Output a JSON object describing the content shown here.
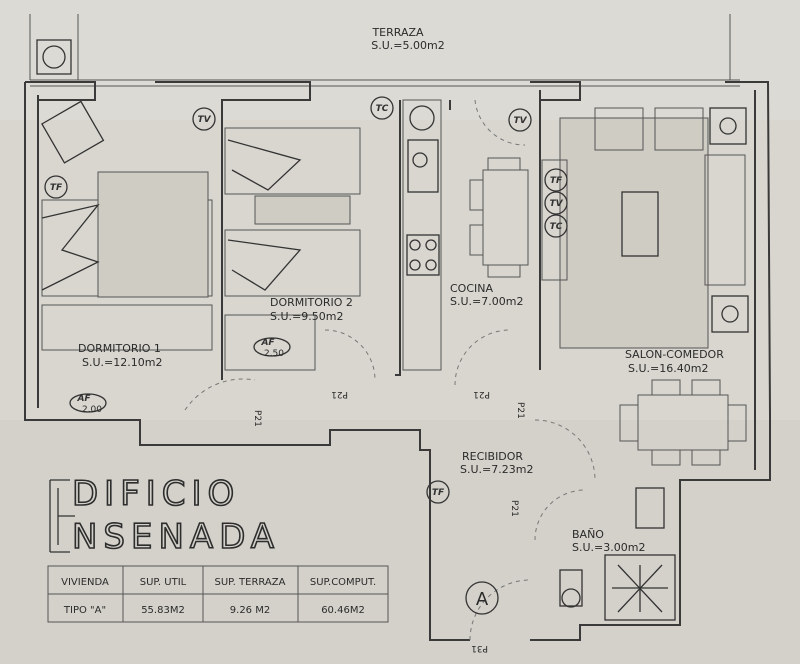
{
  "rooms": {
    "terraza": {
      "name": "TERRAZA",
      "area": "S.U.=5.00m2"
    },
    "dormitorio1": {
      "name": "DORMITORIO 1",
      "area": "S.U.=12.10m2"
    },
    "dormitorio2": {
      "name": "DORMITORIO 2",
      "area": "S.U.=9.50m2"
    },
    "cocina": {
      "name": "COCINA",
      "area": "S.U.=7.00m2"
    },
    "salon": {
      "name": "SALON-COMEDOR",
      "area": "S.U.=16.40m2"
    },
    "recibidor": {
      "name": "RECIBIDOR",
      "area": "S.U.=7.23m2"
    },
    "bano": {
      "name": "BAÑO",
      "area": "S.U.=3.00m2"
    }
  },
  "wardrobes": {
    "af1": "AF",
    "af1_area": "2.00",
    "af2": "AF",
    "af2_area": "2.50"
  },
  "symbols": {
    "tv": "TV",
    "tf": "TF",
    "tc": "TC"
  },
  "doors": {
    "d1": "P21",
    "d2": "P21",
    "d3": "P21",
    "d4": "P21",
    "d5": "P21",
    "entry": "P31"
  },
  "entry_marker": "A",
  "building": {
    "line1": "DIFICIO",
    "line2": "NSENADA"
  },
  "table": {
    "headers": [
      "VIVIENDA",
      "SUP. UTIL",
      "SUP. TERRAZA",
      "SUP.COMPUT."
    ],
    "row": [
      "TIPO \"A\"",
      "55.83M2",
      "9.26 M2",
      "60.46M2"
    ]
  }
}
